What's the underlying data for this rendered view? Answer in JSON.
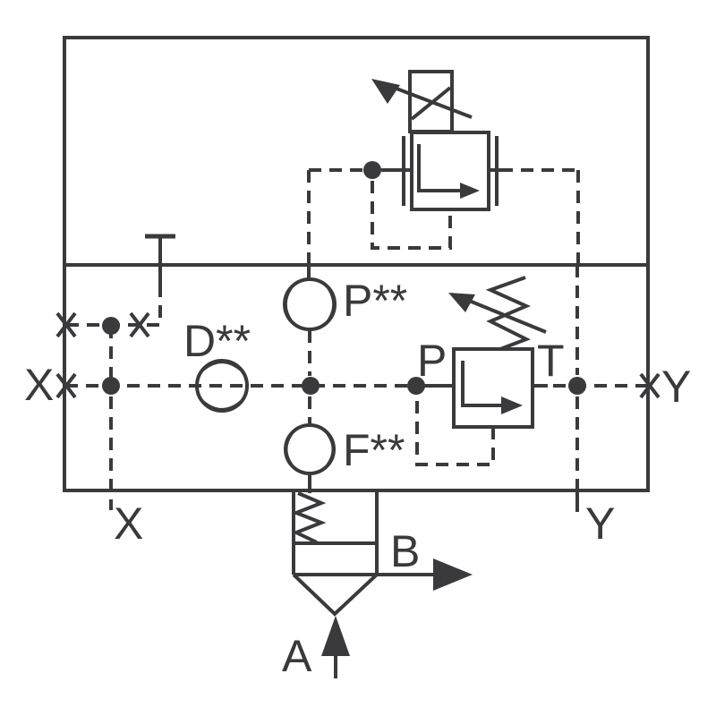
{
  "diagram": {
    "kind": "hydraulic-schematic",
    "colors": {
      "line": "#3a3a3c",
      "background": "#ffffff"
    },
    "labels": {
      "orifice_p": "P**",
      "orifice_d": "D**",
      "orifice_f": "F**",
      "relief_port_p": "P",
      "relief_port_t": "T",
      "port_x_side": "X",
      "port_y_side": "Y",
      "port_x_bottom": "X",
      "port_y_bottom": "Y",
      "port_a": "A",
      "port_b": "B"
    }
  }
}
